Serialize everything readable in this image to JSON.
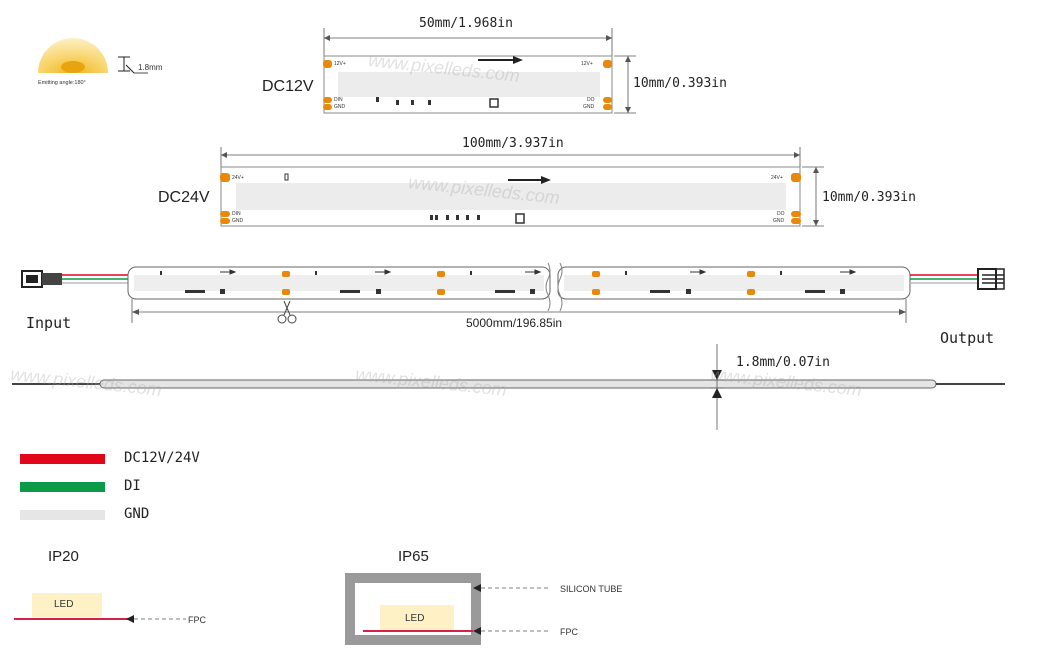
{
  "emitting": {
    "angle_label": "Emitting angle:180°",
    "height_label": "1.8mm",
    "color_led": "#f5c542"
  },
  "dc12": {
    "label": "DC12V",
    "length": "50mm/1.968in",
    "width": "10mm/0.393in",
    "pad_left_top": "12V+",
    "pad_left_bottom": [
      "DIN",
      "GND"
    ],
    "pad_right_top": "12V+",
    "pad_right_bottom": [
      "DO",
      "GND"
    ]
  },
  "dc24": {
    "label": "DC24V",
    "length": "100mm/3.937in",
    "width": "10mm/0.393in",
    "pad_left_top": "24V+",
    "pad_left_bottom": [
      "DIN",
      "GND"
    ],
    "pad_right_top": "24V+",
    "pad_right_bottom": [
      "DO",
      "GND"
    ]
  },
  "reel": {
    "input_label": "Input",
    "output_label": "Output",
    "length": "5000mm/196.85in"
  },
  "thickness": {
    "label": "1.8mm/0.07in"
  },
  "watermark": "www.pixelleds.com",
  "legend": [
    {
      "label": "DC12V/24V",
      "color": "#e2061b"
    },
    {
      "label": "DI",
      "color": "#0b9a48"
    },
    {
      "label": "GND",
      "color": "#e6e6e6"
    }
  ],
  "ip20": {
    "title": "IP20",
    "led_label": "LED",
    "fpc_label": "FPC"
  },
  "ip65": {
    "title": "IP65",
    "led_label": "LED",
    "tube_label": "SILICON TUBE",
    "fpc_label": "FPC"
  },
  "colors": {
    "pad_orange": "#e8890c",
    "fpc_red": "#d6204a",
    "led_cream": "#fdf1c5",
    "tube_gray": "#9a9a9a"
  }
}
